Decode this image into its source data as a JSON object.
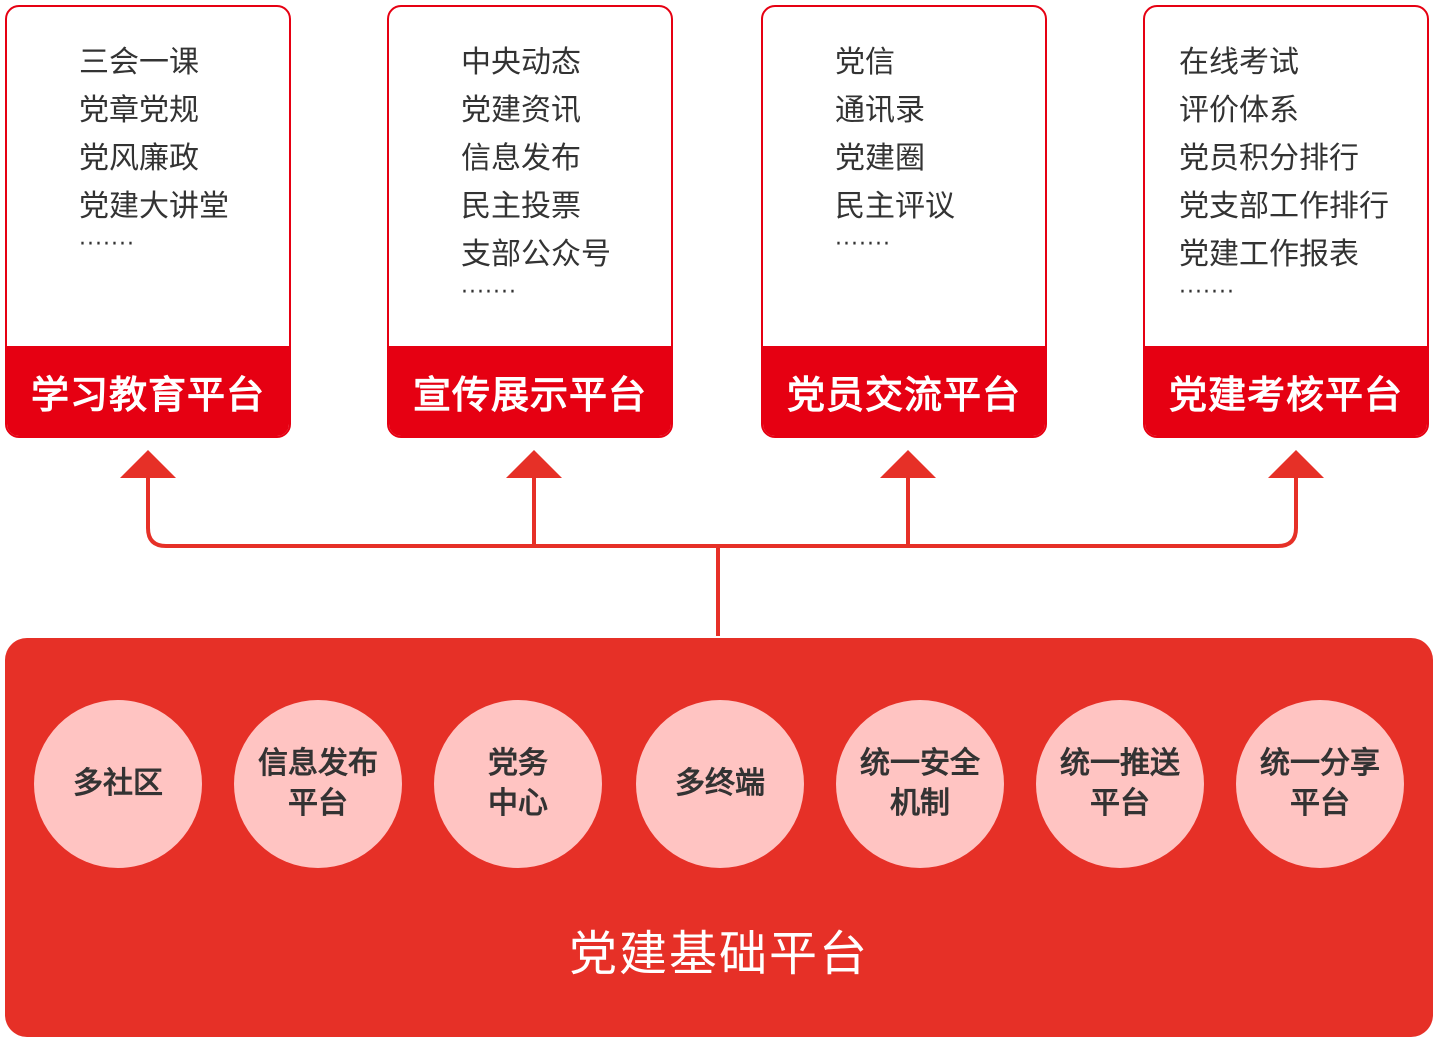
{
  "cards": [
    {
      "items": [
        "三会一课",
        "党章党规",
        "党风廉政",
        "党建大讲堂"
      ],
      "ellipsis": "·······",
      "footer": "学习教育平台"
    },
    {
      "items": [
        "中央动态",
        "党建资讯",
        "信息发布",
        "民主投票",
        "支部公众号"
      ],
      "ellipsis": "·······",
      "footer": "宣传展示平台"
    },
    {
      "items": [
        "党信",
        "通讯录",
        "党建圈",
        "民主评议"
      ],
      "ellipsis": "·······",
      "footer": "党员交流平台"
    },
    {
      "items": [
        "在线考试",
        "评价体系",
        "党员积分排行",
        "党支部工作排行",
        "党建工作报表"
      ],
      "ellipsis": "·······",
      "footer": "党建考核平台"
    }
  ],
  "base": {
    "title": "党建基础平台",
    "circles": [
      "多社区",
      "信息发布\n平台",
      "党务\n中心",
      "多终端",
      "统一安全\n机制",
      "统一推送\n平台",
      "统一分享\n平台"
    ]
  },
  "colors": {
    "card_accent": "#e60012",
    "base_background": "#e63027",
    "circle_fill": "#ffc4c2",
    "connector": "#e63027"
  }
}
